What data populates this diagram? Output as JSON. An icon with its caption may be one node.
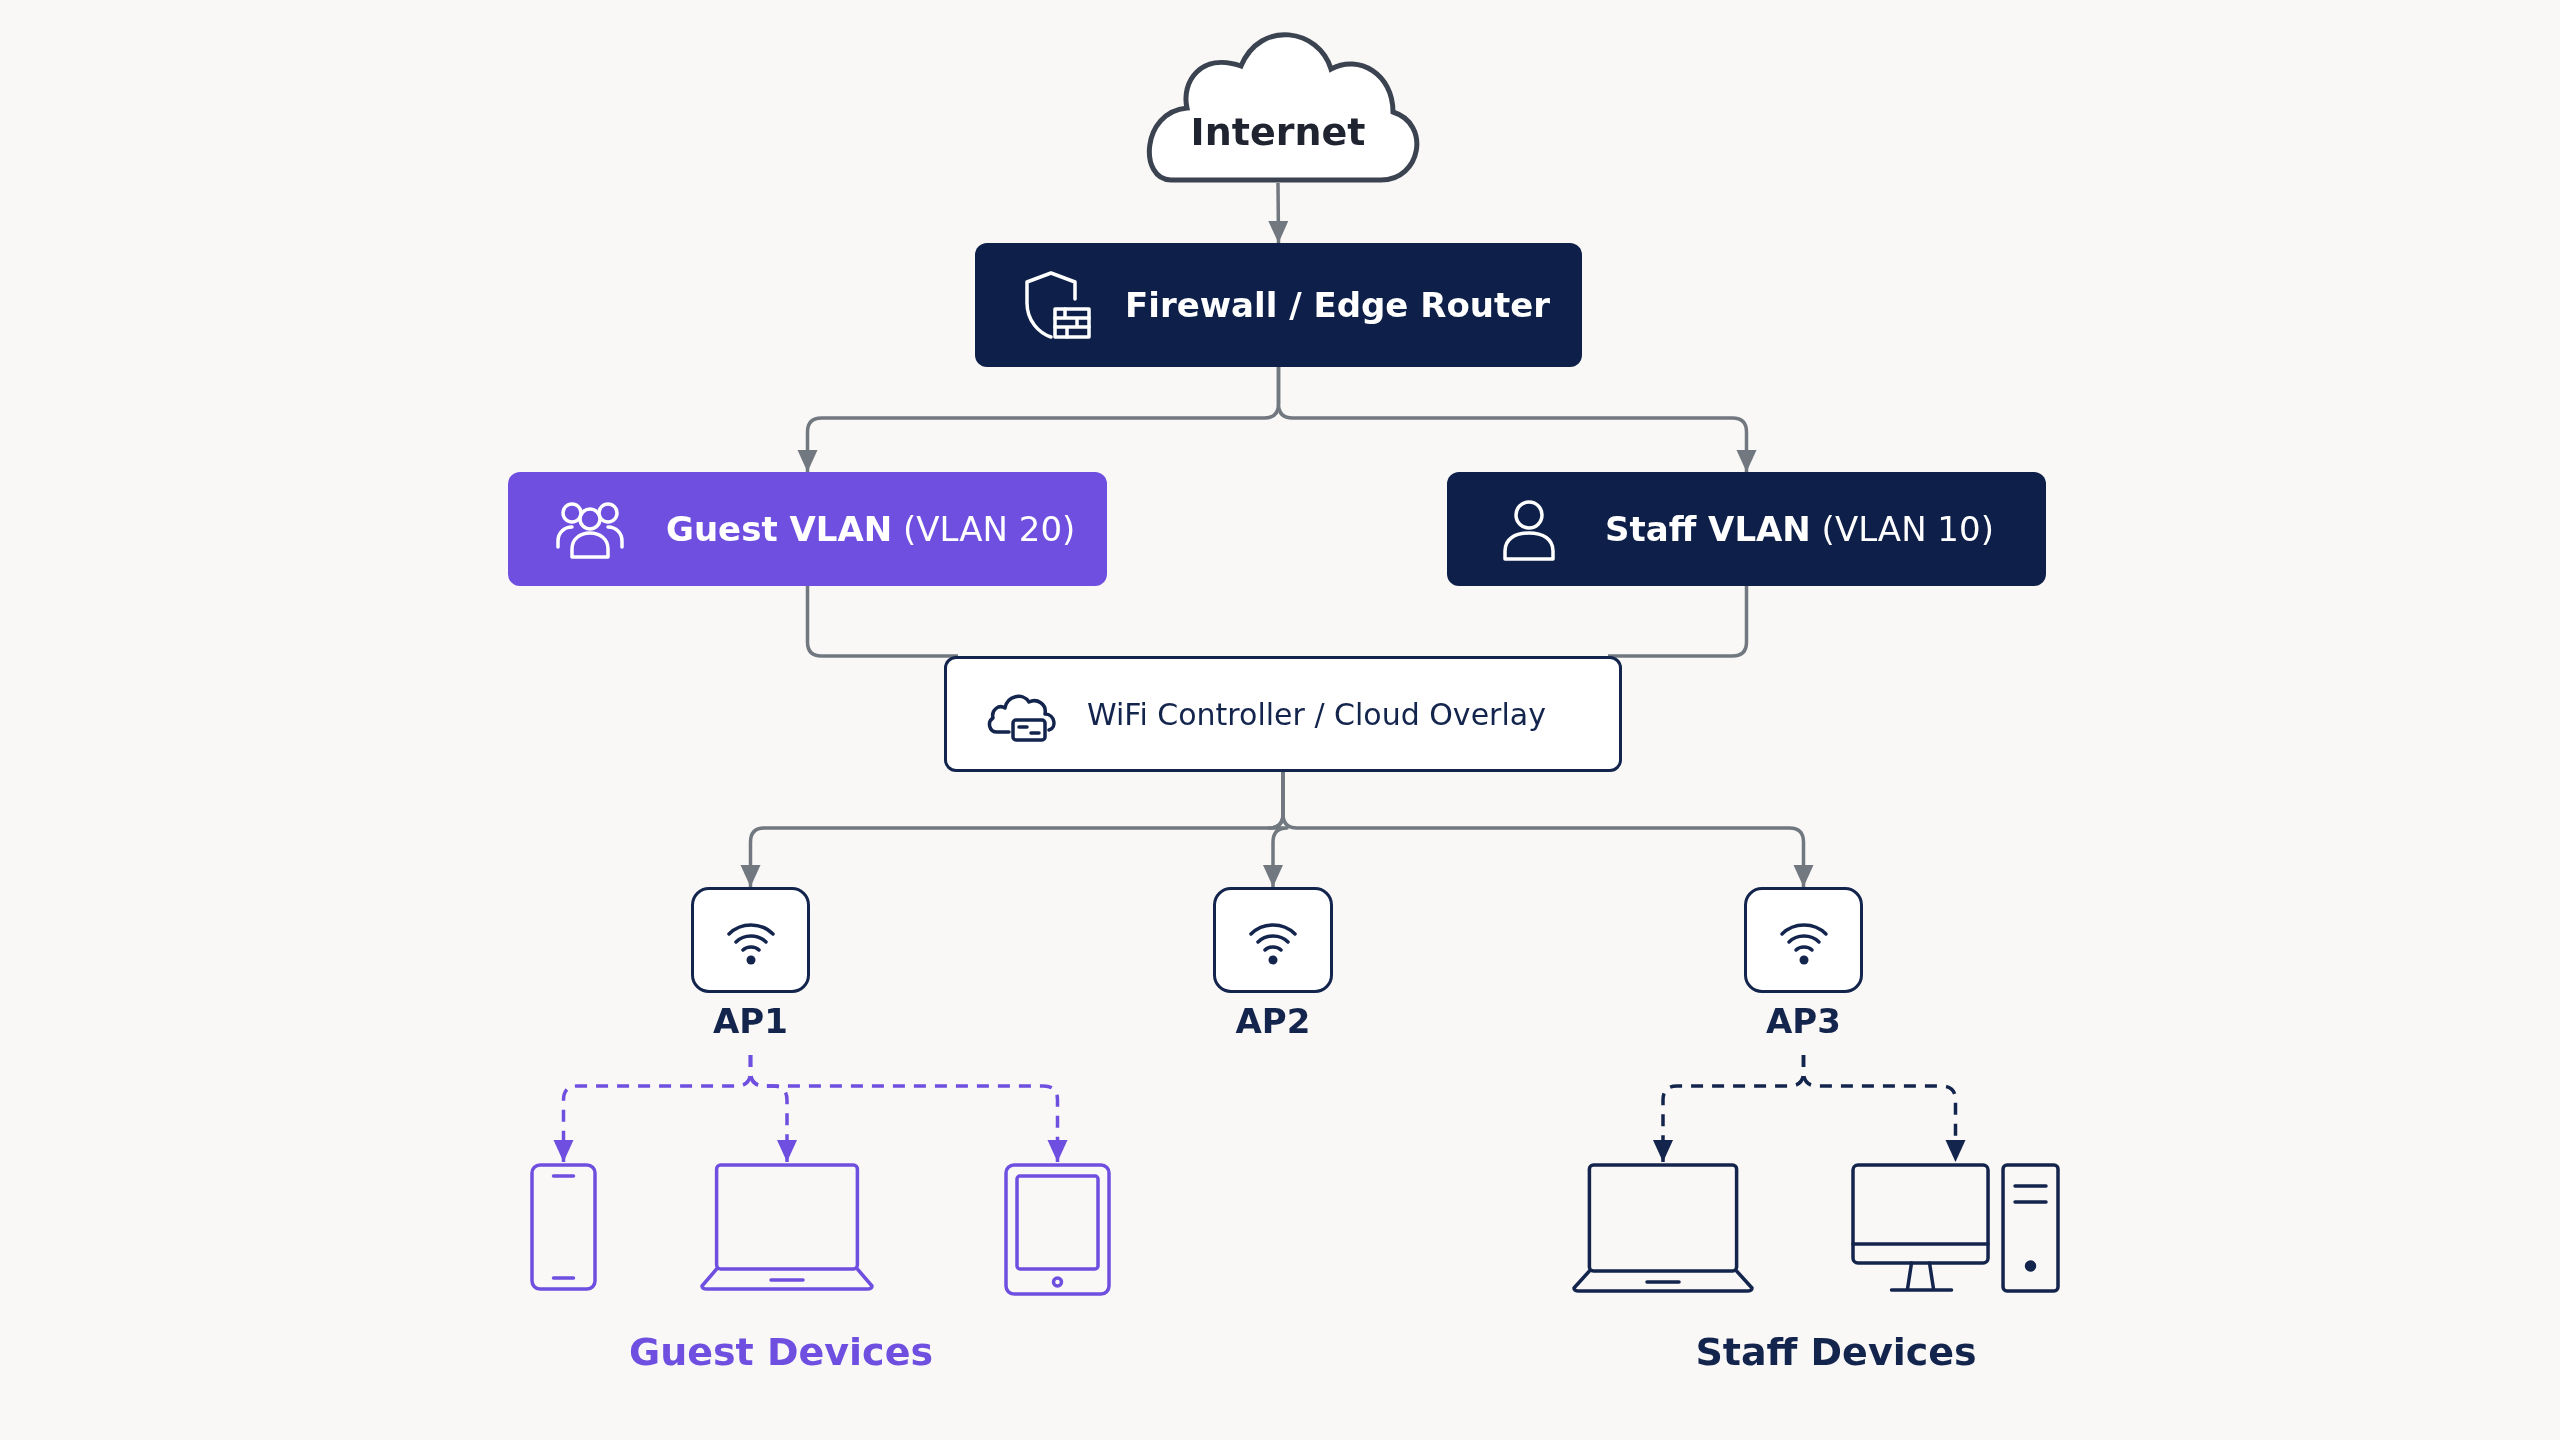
{
  "diagram": {
    "nodes": [
      {
        "text": [
          "Internet"
        ]
      },
      {
        "text": [
          "Firewall / Edge Router"
        ]
      },
      {
        "text": [
          "**Guest VLAN** (VLAN 20)"
        ]
      },
      {
        "text": [
          "**Staff VLAN** (VLAN 10)"
        ]
      },
      {
        "text": [
          "WiFi Controller / Cloud Overlay"
        ]
      },
      {
        "text": [
          "AP1"
        ]
      },
      {
        "text": [
          "AP2"
        ]
      },
      {
        "text": [
          "AP3"
        ]
      },
      {
        "text": [],
        "shape": "phone"
      },
      {
        "text": [],
        "shape": "laptop"
      },
      {
        "text": [],
        "shape": "tablet"
      },
      {
        "text": [],
        "shape": "laptop"
      },
      {
        "text": [],
        "shape": "computer"
      }
    ],
    "edges": [
      {
        "from": 0,
        "to": 1,
        "arrow": "to"
      },
      {
        "from": 1,
        "to": 2,
        "arrow": "to"
      },
      {
        "from": 1,
        "to": 3,
        "arrow": "to"
      },
      {
        "from": 2,
        "to": 4,
        "arrow": "none"
      },
      {
        "from": 3,
        "to": 4,
        "arrow": "none"
      },
      {
        "from": 4,
        "to": 5,
        "arrow": "to"
      },
      {
        "from": 4,
        "to": 6,
        "arrow": "to"
      },
      {
        "from": 4,
        "to": 7,
        "arrow": "to"
      },
      {
        "from": 5,
        "to": 8,
        "arrow": "to",
        "style": "dashed",
        "color": "#6e4fe0"
      },
      {
        "from": 5,
        "to": 9,
        "arrow": "to",
        "style": "dashed",
        "color": "#6e4fe0"
      },
      {
        "from": 5,
        "to": 10,
        "arrow": "to",
        "style": "dashed",
        "color": "#6e4fe0"
      },
      {
        "from": 7,
        "to": 11,
        "arrow": "to",
        "style": "dashed",
        "color": "#14254d"
      },
      {
        "from": 7,
        "to": 12,
        "arrow": "to",
        "style": "dashed",
        "color": "#14254d"
      }
    ],
    "labels": [
      "Guest Devices",
      "Staff Devices"
    ]
  }
}
